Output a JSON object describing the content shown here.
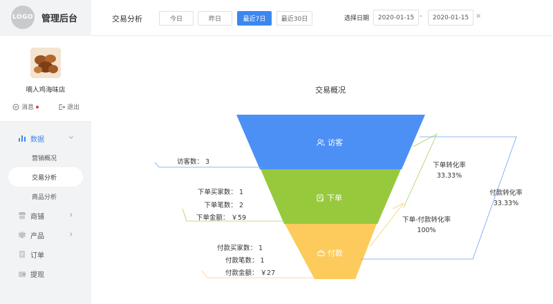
{
  "brand": {
    "logo": "LOGO",
    "name": "管理后台"
  },
  "profile": {
    "shop_name": "嘀人鸡海味店",
    "message_label": "消息",
    "logout_label": "退出"
  },
  "nav": {
    "data_group": "数据",
    "data_items": [
      "营销概况",
      "交易分析",
      "商品分析"
    ],
    "shop_group": "商铺",
    "product_group": "产品",
    "orders": "订单",
    "withdraw": "提现"
  },
  "topbar": {
    "title": "交易分析",
    "ranges": [
      "今日",
      "昨日",
      "最近7日",
      "最近30日"
    ],
    "active_range": "最近7日",
    "date_label": "选择日期",
    "start_date": "2020-01-15",
    "end_date": "2020-01-15",
    "sep": "-",
    "clear": "×"
  },
  "chart": {
    "title": "交易概况",
    "stages": [
      {
        "name": "访客",
        "color": "#4c90f5",
        "icon": "users-icon"
      },
      {
        "name": "下单",
        "color": "#97c93c",
        "icon": "order-icon"
      },
      {
        "name": "付款",
        "color": "#fccb5b",
        "icon": "payment-icon"
      }
    ],
    "left_labels": {
      "visitors": "访客数：  3",
      "buyers": "下单买家数：  1",
      "orders": "下单笔数：  2",
      "order_amount": "下单金额：  ￥59",
      "pay_buyers": "付款买家数：  1",
      "pay_orders": "付款笔数：  1",
      "pay_amount": "付款金额：  ￥27"
    },
    "rates": {
      "order_conv_label": "下单转化率",
      "order_conv_value": "33.33%",
      "pay_conv_label": "下单-付款转化率",
      "pay_conv_value": "100%",
      "total_conv_label": "付款转化率",
      "total_conv_value": "33.33%"
    }
  }
}
